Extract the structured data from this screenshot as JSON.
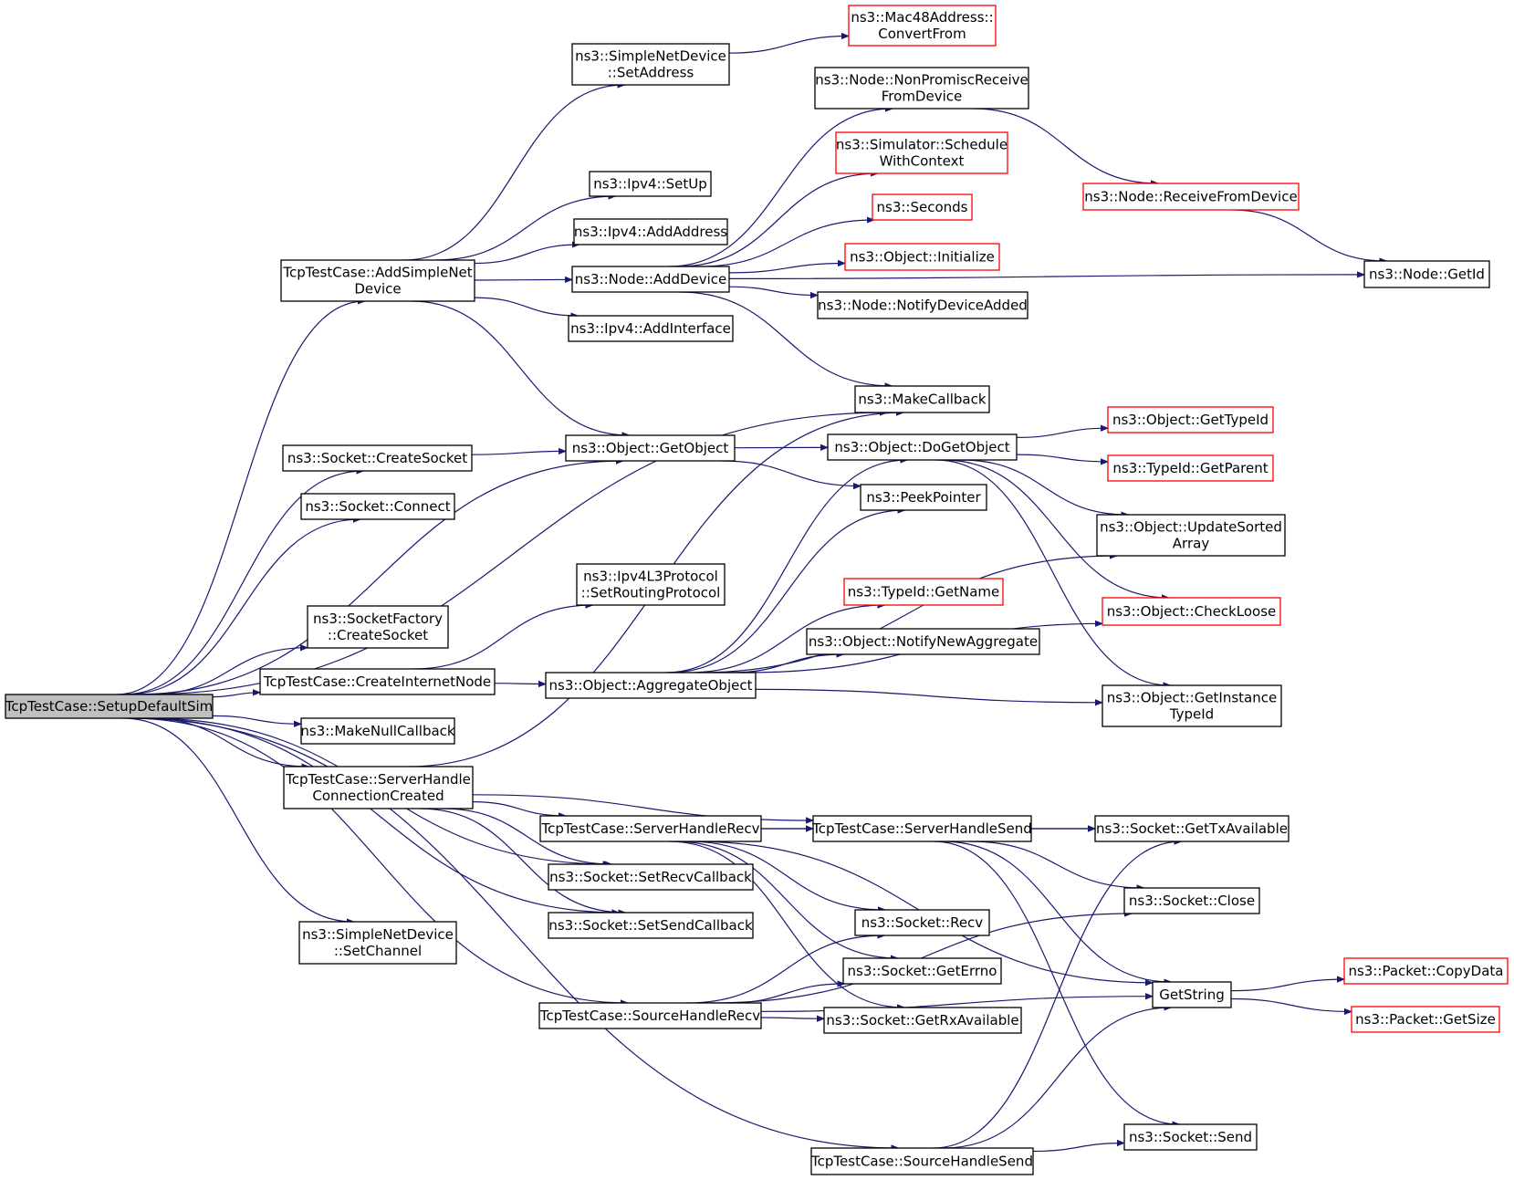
{
  "colors": {
    "edge": "#191970",
    "border_default": "#000000",
    "border_external": "#ff0000",
    "fill_default": "#ffffff",
    "fill_root": "#bfbfbf"
  },
  "nodes": [
    {
      "id": "setup",
      "lines": [
        "TcpTestCase::SetupDefaultSim"
      ],
      "style": "root"
    },
    {
      "id": "addsimple",
      "lines": [
        "TcpTestCase::AddSimpleNet",
        "Device"
      ],
      "style": "default"
    },
    {
      "id": "createsocket",
      "lines": [
        "ns3::Socket::CreateSocket"
      ],
      "style": "default"
    },
    {
      "id": "connect",
      "lines": [
        "ns3::Socket::Connect"
      ],
      "style": "default"
    },
    {
      "id": "factory",
      "lines": [
        "ns3::SocketFactory",
        "::CreateSocket"
      ],
      "style": "default"
    },
    {
      "id": "createnode",
      "lines": [
        "TcpTestCase::CreateInternetNode"
      ],
      "style": "default"
    },
    {
      "id": "makenull",
      "lines": [
        "ns3::MakeNullCallback"
      ],
      "style": "default"
    },
    {
      "id": "serverconn",
      "lines": [
        "TcpTestCase::ServerHandle",
        "ConnectionCreated"
      ],
      "style": "default"
    },
    {
      "id": "setchannel",
      "lines": [
        "ns3::SimpleNetDevice",
        "::SetChannel"
      ],
      "style": "default"
    },
    {
      "id": "setaddress",
      "lines": [
        "ns3::SimpleNetDevice",
        "::SetAddress"
      ],
      "style": "default"
    },
    {
      "id": "ipv4setup",
      "lines": [
        "ns3::Ipv4::SetUp"
      ],
      "style": "default"
    },
    {
      "id": "ipv4addaddr",
      "lines": [
        "ns3::Ipv4::AddAddress"
      ],
      "style": "default"
    },
    {
      "id": "adddevice",
      "lines": [
        "ns3::Node::AddDevice"
      ],
      "style": "default"
    },
    {
      "id": "ipv4addif",
      "lines": [
        "ns3::Ipv4::AddInterface"
      ],
      "style": "default"
    },
    {
      "id": "getobject",
      "lines": [
        "ns3::Object::GetObject"
      ],
      "style": "default"
    },
    {
      "id": "setrouting",
      "lines": [
        "ns3::Ipv4L3Protocol",
        "::SetRoutingProtocol"
      ],
      "style": "default"
    },
    {
      "id": "aggregate",
      "lines": [
        "ns3::Object::AggregateObject"
      ],
      "style": "default"
    },
    {
      "id": "serverrecv",
      "lines": [
        "TcpTestCase::ServerHandleRecv"
      ],
      "style": "default"
    },
    {
      "id": "setrecvcb",
      "lines": [
        "ns3::Socket::SetRecvCallback"
      ],
      "style": "default"
    },
    {
      "id": "setsendcb",
      "lines": [
        "ns3::Socket::SetSendCallback"
      ],
      "style": "default"
    },
    {
      "id": "sourcerecv",
      "lines": [
        "TcpTestCase::SourceHandleRecv"
      ],
      "style": "default"
    },
    {
      "id": "mac48",
      "lines": [
        "ns3::Mac48Address::",
        "ConvertFrom"
      ],
      "style": "external"
    },
    {
      "id": "nonpromisc",
      "lines": [
        "ns3::Node::NonPromiscReceive",
        "FromDevice"
      ],
      "style": "default"
    },
    {
      "id": "schedctx",
      "lines": [
        "ns3::Simulator::Schedule",
        "WithContext"
      ],
      "style": "external"
    },
    {
      "id": "seconds",
      "lines": [
        "ns3::Seconds"
      ],
      "style": "external"
    },
    {
      "id": "initialize",
      "lines": [
        "ns3::Object::Initialize"
      ],
      "style": "external"
    },
    {
      "id": "notifydev",
      "lines": [
        "ns3::Node::NotifyDeviceAdded"
      ],
      "style": "default"
    },
    {
      "id": "makecb",
      "lines": [
        "ns3::MakeCallback"
      ],
      "style": "default"
    },
    {
      "id": "dogetobject",
      "lines": [
        "ns3::Object::DoGetObject"
      ],
      "style": "default"
    },
    {
      "id": "peekptr",
      "lines": [
        "ns3::PeekPointer"
      ],
      "style": "default"
    },
    {
      "id": "gettypeid",
      "lines": [
        "ns3::Object::GetTypeId"
      ],
      "style": "external"
    },
    {
      "id": "getparent",
      "lines": [
        "ns3::TypeId::GetParent"
      ],
      "style": "external"
    },
    {
      "id": "updatesorted",
      "lines": [
        "ns3::Object::UpdateSorted",
        "Array"
      ],
      "style": "default"
    },
    {
      "id": "getname",
      "lines": [
        "ns3::TypeId::GetName"
      ],
      "style": "external"
    },
    {
      "id": "checkloose",
      "lines": [
        "ns3::Object::CheckLoose"
      ],
      "style": "external"
    },
    {
      "id": "notifyagg",
      "lines": [
        "ns3::Object::NotifyNewAggregate"
      ],
      "style": "default"
    },
    {
      "id": "getinstance",
      "lines": [
        "ns3::Object::GetInstance",
        "TypeId"
      ],
      "style": "default"
    },
    {
      "id": "serversend",
      "lines": [
        "TcpTestCase::ServerHandleSend"
      ],
      "style": "default"
    },
    {
      "id": "gettxavail",
      "lines": [
        "ns3::Socket::GetTxAvailable"
      ],
      "style": "default"
    },
    {
      "id": "close",
      "lines": [
        "ns3::Socket::Close"
      ],
      "style": "default"
    },
    {
      "id": "recv",
      "lines": [
        "ns3::Socket::Recv"
      ],
      "style": "default"
    },
    {
      "id": "geterrno",
      "lines": [
        "ns3::Socket::GetErrno"
      ],
      "style": "default"
    },
    {
      "id": "getrxavail",
      "lines": [
        "ns3::Socket::GetRxAvailable"
      ],
      "style": "default"
    },
    {
      "id": "getstring",
      "lines": [
        "GetString"
      ],
      "style": "default"
    },
    {
      "id": "copydata",
      "lines": [
        "ns3::Packet::CopyData"
      ],
      "style": "external"
    },
    {
      "id": "getsize",
      "lines": [
        "ns3::Packet::GetSize"
      ],
      "style": "external"
    },
    {
      "id": "send",
      "lines": [
        "ns3::Socket::Send"
      ],
      "style": "default"
    },
    {
      "id": "sourcesend",
      "lines": [
        "TcpTestCase::SourceHandleSend"
      ],
      "style": "default"
    },
    {
      "id": "receivefrom",
      "lines": [
        "ns3::Node::ReceiveFromDevice"
      ],
      "style": "external"
    },
    {
      "id": "getid",
      "lines": [
        "ns3::Node::GetId"
      ],
      "style": "default"
    }
  ],
  "edges": [
    [
      "setup",
      "addsimple"
    ],
    [
      "setup",
      "getobject"
    ],
    [
      "setup",
      "createsocket"
    ],
    [
      "setup",
      "connect"
    ],
    [
      "setup",
      "factory"
    ],
    [
      "setup",
      "createnode"
    ],
    [
      "setup",
      "makenull"
    ],
    [
      "setup",
      "serverconn"
    ],
    [
      "setup",
      "setrecvcb"
    ],
    [
      "setup",
      "setsendcb"
    ],
    [
      "setup",
      "setchannel"
    ],
    [
      "setup",
      "sourcerecv"
    ],
    [
      "setup",
      "sourcesend"
    ],
    [
      "setup",
      "makecb"
    ],
    [
      "addsimple",
      "setaddress"
    ],
    [
      "addsimple",
      "ipv4setup"
    ],
    [
      "addsimple",
      "ipv4addaddr"
    ],
    [
      "addsimple",
      "adddevice"
    ],
    [
      "addsimple",
      "ipv4addif"
    ],
    [
      "addsimple",
      "getobject"
    ],
    [
      "setaddress",
      "mac48"
    ],
    [
      "adddevice",
      "nonpromisc"
    ],
    [
      "adddevice",
      "schedctx"
    ],
    [
      "adddevice",
      "seconds"
    ],
    [
      "adddevice",
      "initialize"
    ],
    [
      "adddevice",
      "notifydev"
    ],
    [
      "adddevice",
      "getid"
    ],
    [
      "adddevice",
      "makecb"
    ],
    [
      "nonpromisc",
      "receivefrom"
    ],
    [
      "receivefrom",
      "getid"
    ],
    [
      "createsocket",
      "getobject"
    ],
    [
      "getobject",
      "dogetobject"
    ],
    [
      "getobject",
      "peekptr"
    ],
    [
      "dogetobject",
      "gettypeid"
    ],
    [
      "dogetobject",
      "getparent"
    ],
    [
      "dogetobject",
      "updatesorted"
    ],
    [
      "dogetobject",
      "checkloose"
    ],
    [
      "dogetobject",
      "getinstance"
    ],
    [
      "createnode",
      "setrouting"
    ],
    [
      "createnode",
      "aggregate"
    ],
    [
      "aggregate",
      "dogetobject"
    ],
    [
      "aggregate",
      "peekptr"
    ],
    [
      "aggregate",
      "updatesorted"
    ],
    [
      "aggregate",
      "getname"
    ],
    [
      "aggregate",
      "notifyagg"
    ],
    [
      "aggregate",
      "checkloose"
    ],
    [
      "aggregate",
      "getinstance"
    ],
    [
      "serverconn",
      "makecb"
    ],
    [
      "serverconn",
      "serverrecv"
    ],
    [
      "serverconn",
      "serversend"
    ],
    [
      "serverconn",
      "setrecvcb"
    ],
    [
      "serverconn",
      "setsendcb"
    ],
    [
      "serverrecv",
      "serversend"
    ],
    [
      "serverrecv",
      "gettxavail"
    ],
    [
      "serverrecv",
      "recv"
    ],
    [
      "serverrecv",
      "geterrno"
    ],
    [
      "serverrecv",
      "getrxavail"
    ],
    [
      "serverrecv",
      "getstring"
    ],
    [
      "serversend",
      "gettxavail"
    ],
    [
      "serversend",
      "close"
    ],
    [
      "serversend",
      "getstring"
    ],
    [
      "serversend",
      "send"
    ],
    [
      "sourcerecv",
      "recv"
    ],
    [
      "sourcerecv",
      "geterrno"
    ],
    [
      "sourcerecv",
      "getrxavail"
    ],
    [
      "sourcerecv",
      "close"
    ],
    [
      "sourcerecv",
      "getstring"
    ],
    [
      "sourcesend",
      "gettxavail"
    ],
    [
      "sourcesend",
      "getstring"
    ],
    [
      "sourcesend",
      "send"
    ],
    [
      "getstring",
      "copydata"
    ],
    [
      "getstring",
      "getsize"
    ]
  ]
}
